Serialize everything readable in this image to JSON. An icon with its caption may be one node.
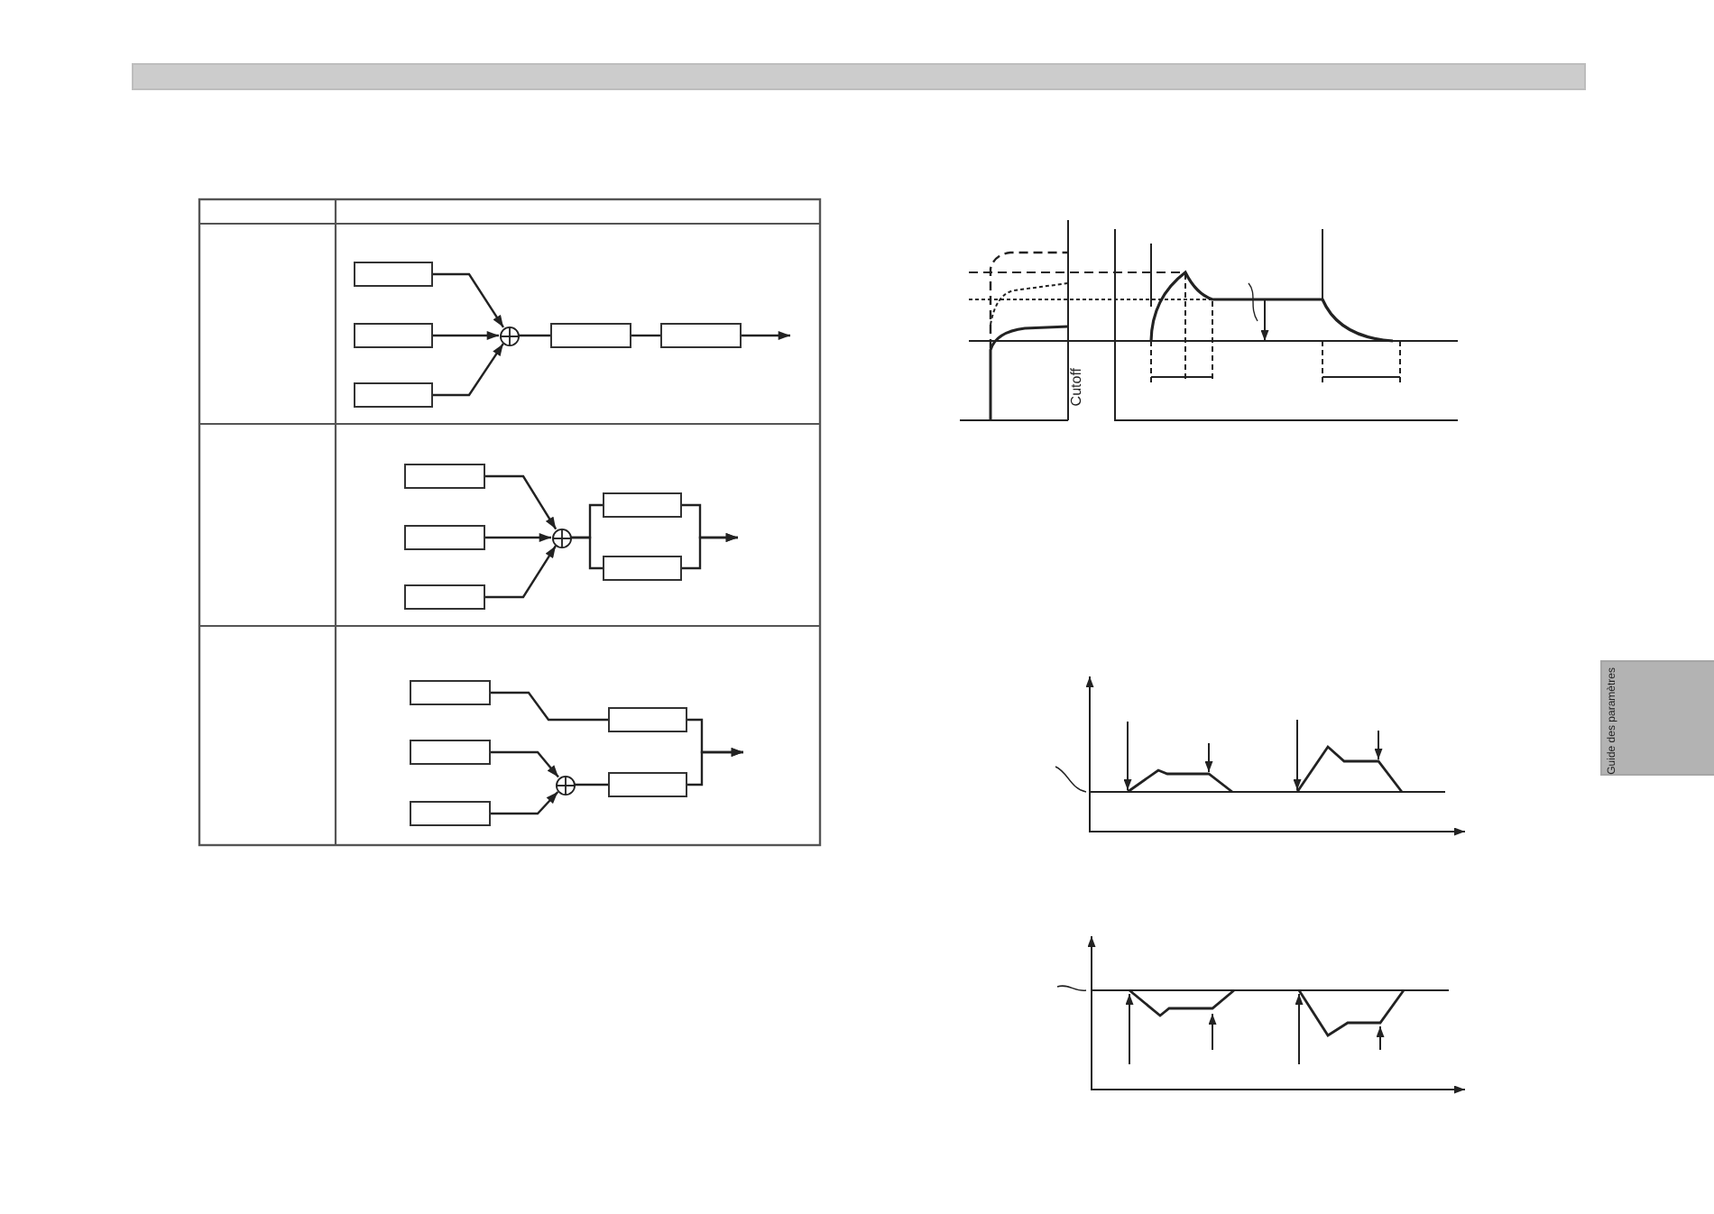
{
  "diagram": {
    "nodes": [
      {
        "text": [],
        "shape": "box"
      },
      {
        "text": [],
        "shape": "box"
      },
      {
        "text": [],
        "shape": "box"
      },
      {
        "text": [],
        "shape": "circle"
      },
      {
        "text": [],
        "shape": "box"
      },
      {
        "text": [],
        "shape": "box"
      },
      {
        "text": [],
        "shape": "box"
      },
      {
        "text": [],
        "shape": "box"
      },
      {
        "text": [],
        "shape": "box"
      },
      {
        "text": [],
        "shape": "circle"
      },
      {
        "text": [],
        "shape": "box"
      },
      {
        "text": [],
        "shape": "box"
      },
      {
        "text": [],
        "shape": "box"
      },
      {
        "text": [],
        "shape": "box"
      },
      {
        "text": [],
        "shape": "box"
      },
      {
        "text": [],
        "shape": "circle"
      },
      {
        "text": [],
        "shape": "box"
      },
      {
        "text": [],
        "shape": "box"
      }
    ],
    "edges": [
      {
        "from": 0,
        "to": 3,
        "arrow": "to"
      },
      {
        "from": 1,
        "to": 3,
        "arrow": "to"
      },
      {
        "from": 2,
        "to": 3,
        "arrow": "to"
      },
      {
        "from": 3,
        "to": 4,
        "arrow": "none"
      },
      {
        "from": 4,
        "to": 5,
        "arrow": "none"
      },
      {
        "from": 5,
        "to": null,
        "arrow": "to"
      },
      {
        "from": 6,
        "to": 9,
        "arrow": "to"
      },
      {
        "from": 7,
        "to": 9,
        "arrow": "to"
      },
      {
        "from": 8,
        "to": 9,
        "arrow": "to"
      },
      {
        "from": 9,
        "to": 10,
        "arrow": "none"
      },
      {
        "from": 9,
        "to": 11,
        "arrow": "none"
      },
      {
        "from": 10,
        "to": null,
        "arrow": "to"
      },
      {
        "from": 11,
        "to": null,
        "arrow": "to"
      },
      {
        "from": 12,
        "to": 16,
        "arrow": "none"
      },
      {
        "from": 13,
        "to": 15,
        "arrow": "to"
      },
      {
        "from": 14,
        "to": 15,
        "arrow": "to"
      },
      {
        "from": 15,
        "to": 17,
        "arrow": "none"
      },
      {
        "from": 16,
        "to": null,
        "arrow": "to"
      },
      {
        "from": 17,
        "to": null,
        "arrow": "to"
      }
    ],
    "labels": [
      "Cutoff",
      "Guide des paramètres"
    ]
  }
}
